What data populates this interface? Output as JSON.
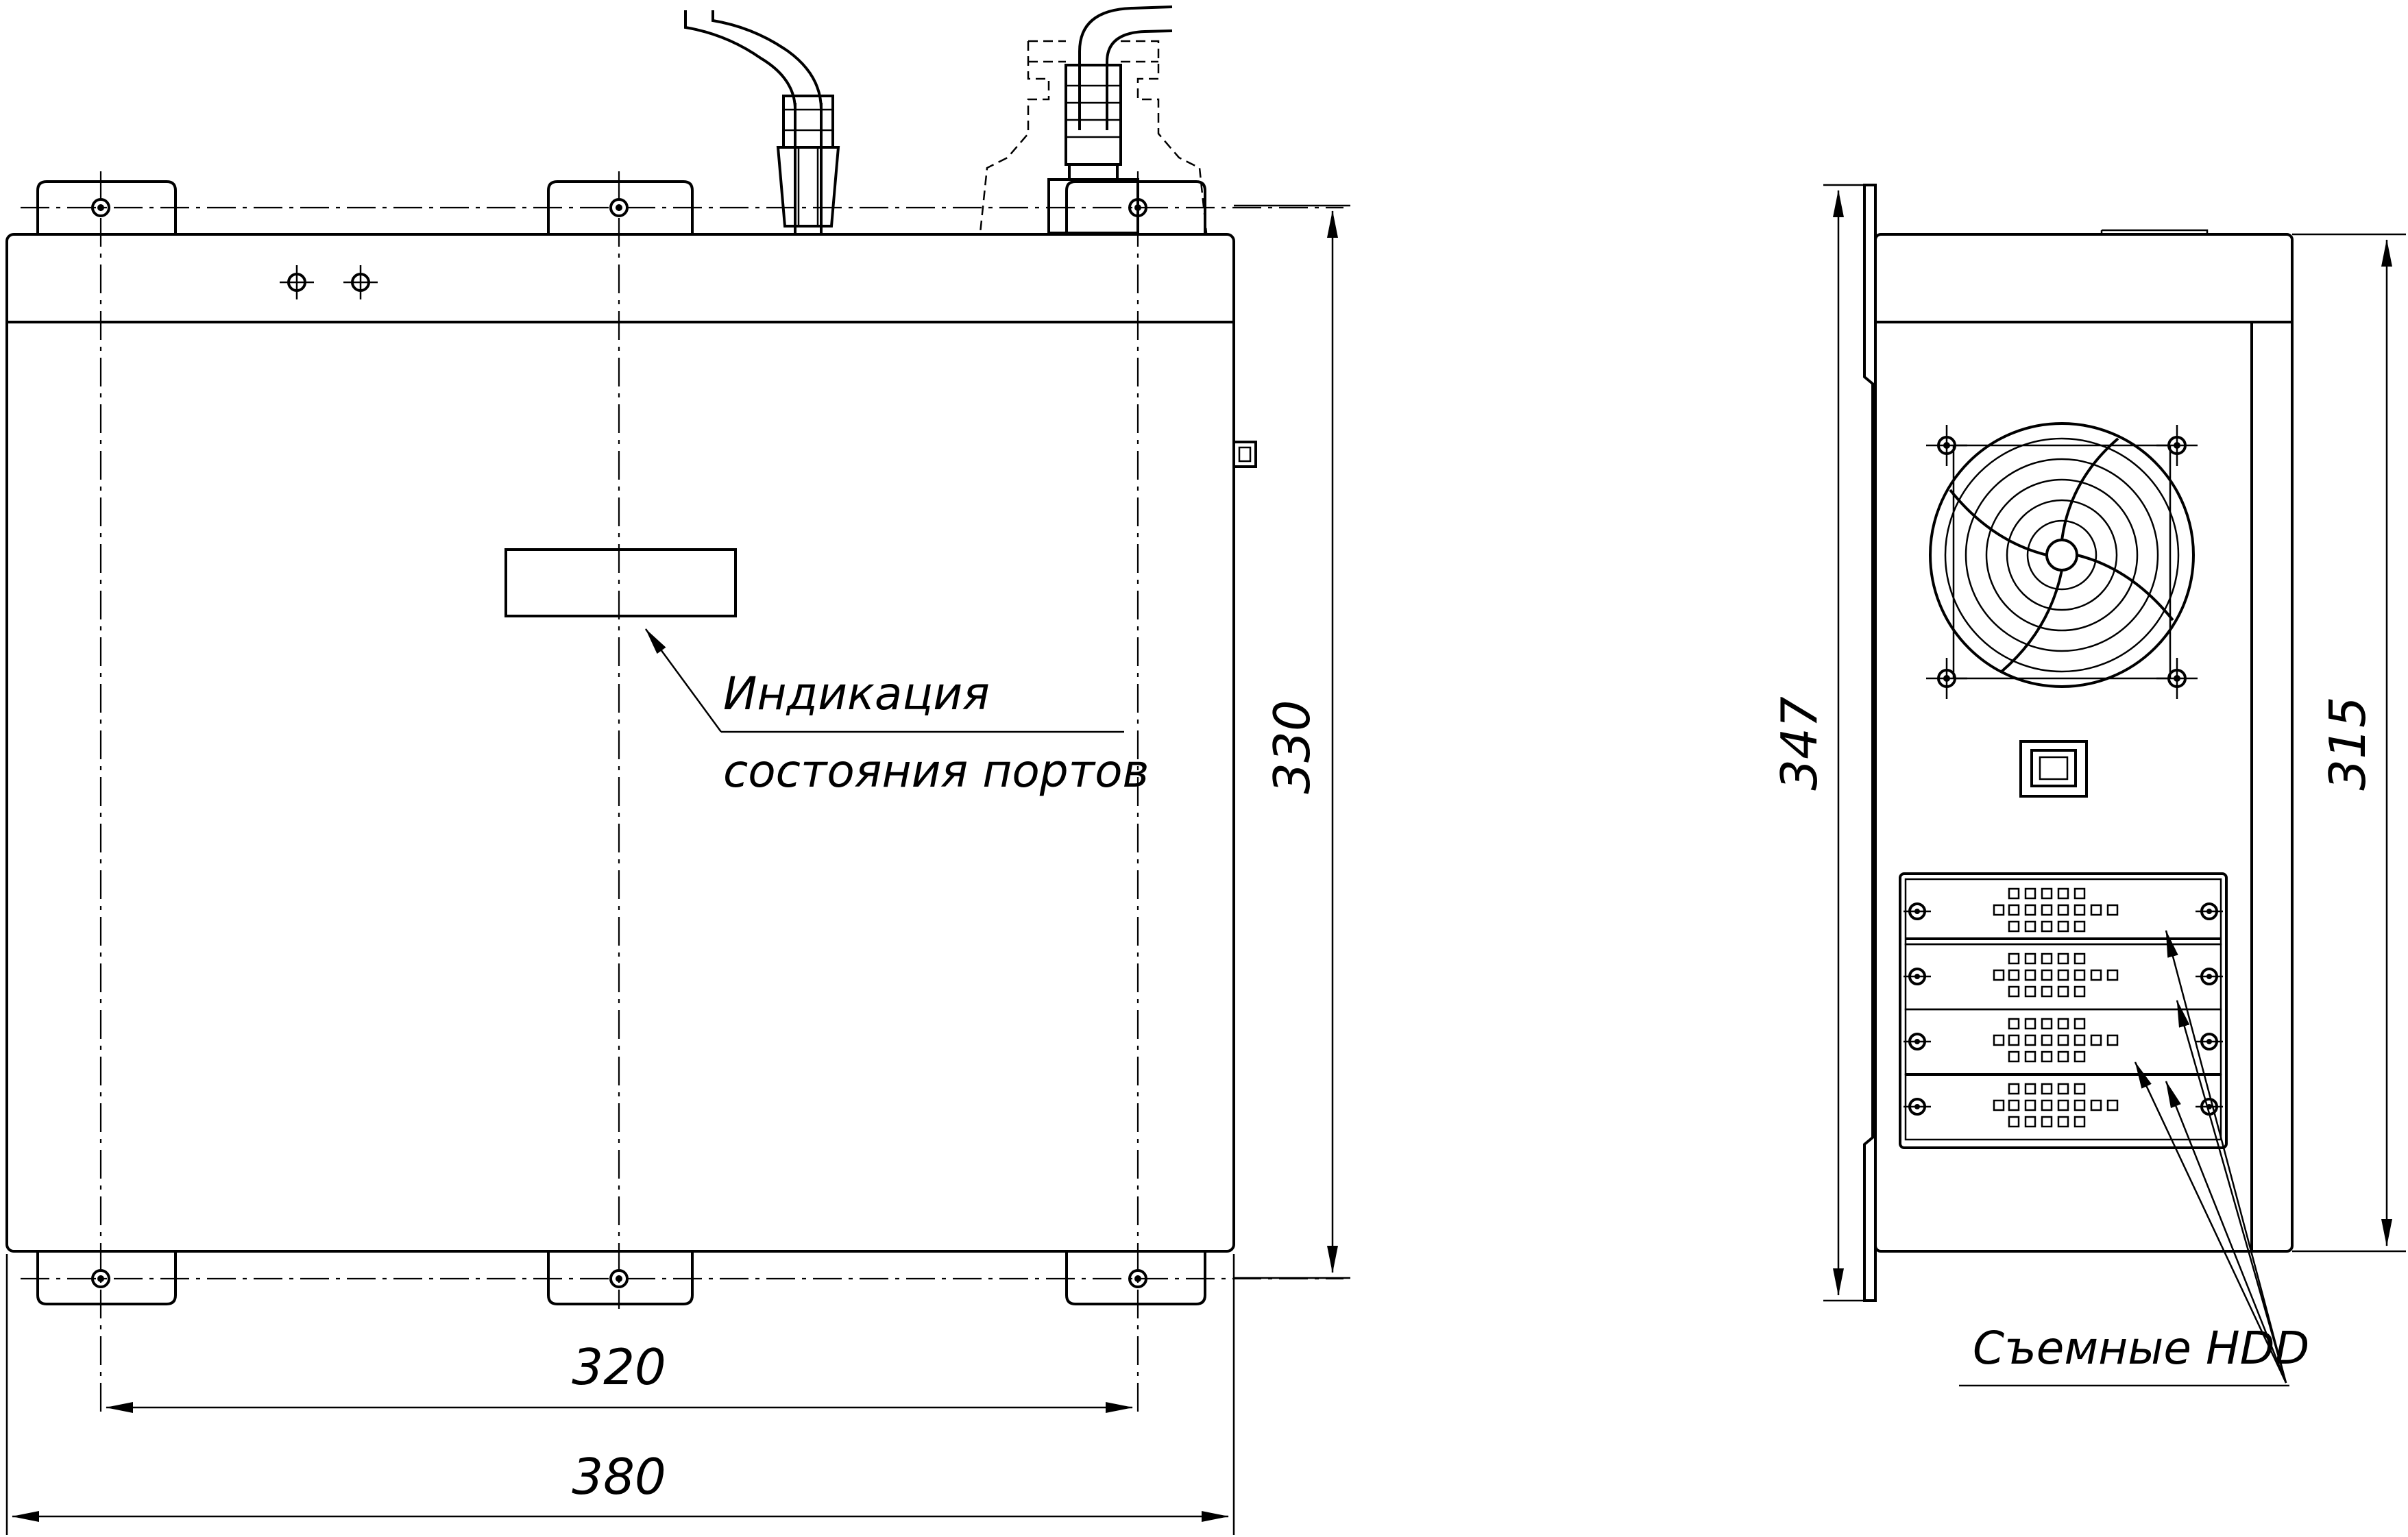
{
  "drawing": {
    "front_view": {
      "dimensions": {
        "height_330": "330",
        "mount_spacing_320": "320",
        "overall_width_380": "380"
      },
      "callout_indication": {
        "line1": "Индикация",
        "line2": "состояния портов"
      }
    },
    "side_view": {
      "dimensions": {
        "overall_height_347": "347",
        "body_height_315": "315"
      },
      "callout_hdd": "Съемные HDD"
    }
  }
}
